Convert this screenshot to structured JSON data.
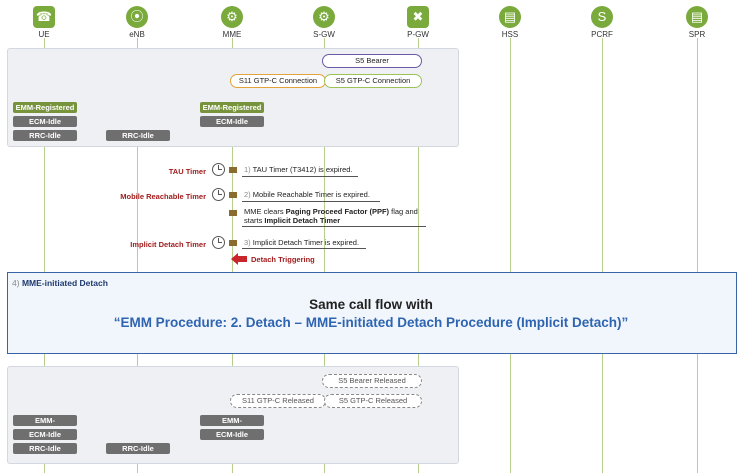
{
  "nodes": [
    {
      "id": "ue",
      "label": "UE",
      "icon": "phone-icon",
      "glyph": "☎"
    },
    {
      "id": "enb",
      "label": "eNB",
      "icon": "antenna-icon",
      "glyph": "⦿"
    },
    {
      "id": "mme",
      "label": "MME",
      "icon": "gear-icon",
      "glyph": "⚙"
    },
    {
      "id": "sgw",
      "label": "S-GW",
      "icon": "gear-icon",
      "glyph": "⚙"
    },
    {
      "id": "pgw",
      "label": "P-GW",
      "icon": "crossed-arrows-icon",
      "glyph": "✖"
    },
    {
      "id": "hss",
      "label": "HSS",
      "icon": "database-icon",
      "glyph": "▤"
    },
    {
      "id": "pcrf",
      "label": "PCRF",
      "icon": "policy-icon",
      "glyph": "S"
    },
    {
      "id": "spr",
      "label": "SPR",
      "icon": "database-icon",
      "glyph": "▤"
    }
  ],
  "initial": {
    "s5_bearer": "S5 Bearer",
    "s11_conn": "S11 GTP-C Connection",
    "s5_conn": "S5 GTP-C Connection",
    "ue_emm": "EMM-Registered",
    "ue_ecm": "ECM-Idle",
    "ue_rrc": "RRC-Idle",
    "enb_rrc": "RRC-Idle",
    "mme_emm": "EMM-Registered",
    "mme_ecm": "ECM-Idle"
  },
  "timers": [
    {
      "label": "TAU Timer",
      "num": "1)",
      "text": "TAU Timer (T3412) is expired."
    },
    {
      "label": "Mobile Reachable Timer",
      "num": "2)",
      "text": "Mobile Reachable Timer is expired."
    },
    {
      "label": "Implicit Detach Timer",
      "num": "3)",
      "text": "Implicit Detach Timer is expired."
    }
  ],
  "ppf_note": {
    "line1_a": "MME clears ",
    "line1_b": "Paging Proceed Factor (PPF)",
    "line1_c": " flag and",
    "line2_a": "starts ",
    "line2_b": "Implicit Detach Timer"
  },
  "detach_trigger": "Detach Triggering",
  "detach": {
    "num": "4)",
    "title": "MME-initiated Detach",
    "line1": "Same call flow with",
    "line2": "“EMM Procedure: 2. Detach – MME-initiated Detach Procedure (Implicit Detach)”"
  },
  "final": {
    "s5_bearer_rel": "S5 Bearer Released",
    "s11_rel": "S11 GTP-C Released",
    "s5_rel": "S5 GTP-C Released",
    "ue_emm": "EMM-Deregistered",
    "ue_ecm": "ECM-Idle",
    "ue_rrc": "RRC-Idle",
    "enb_rrc": "RRC-Idle",
    "mme_emm": "EMM-Deregistered",
    "mme_ecm": "ECM-Idle"
  },
  "colors": {
    "registered": "#77933c",
    "idle": "#6f6f6f",
    "timer": "#a11d1d",
    "detach_title": "#2e64b0"
  }
}
